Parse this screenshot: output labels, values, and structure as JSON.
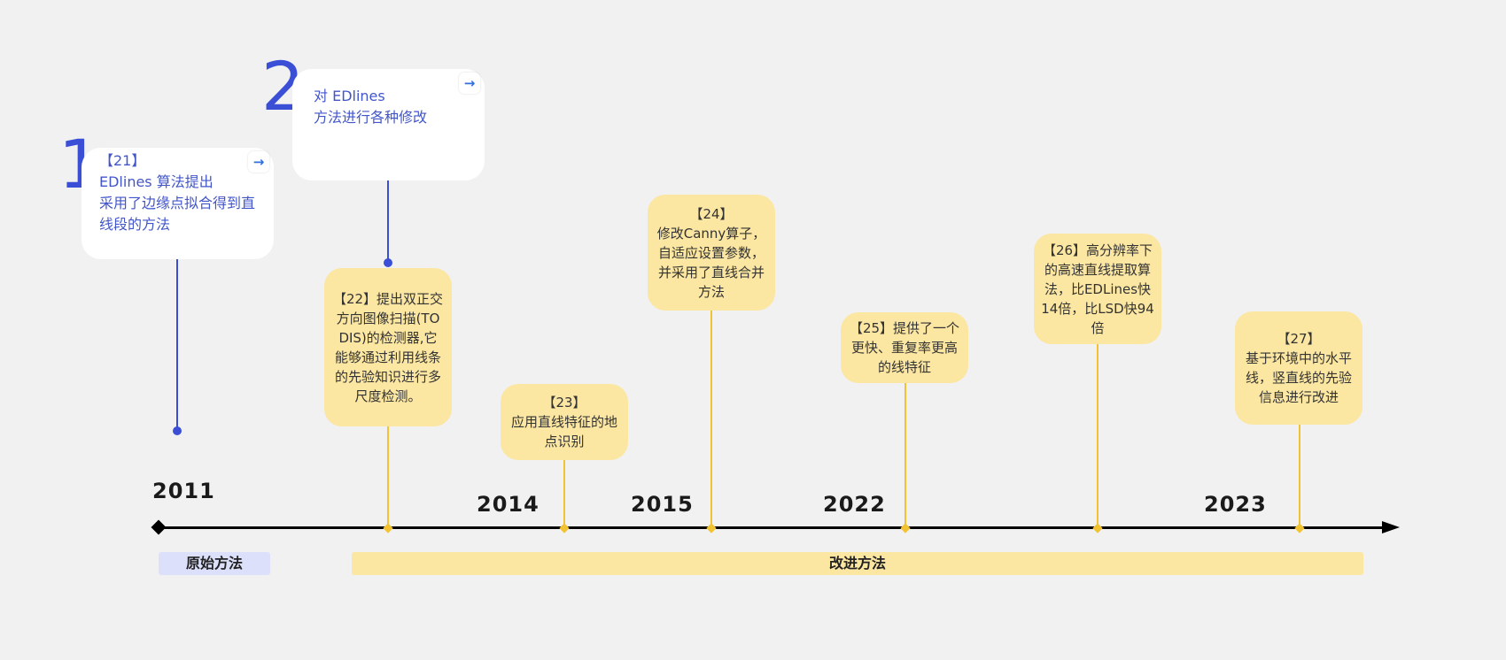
{
  "stages": {
    "first": {
      "number": "1",
      "text": "【21】\nEDlines 算法提出\n采用了边缘点拟合得到直\n线段的方法",
      "arrow": "→"
    },
    "second": {
      "number": "2",
      "text": "对 EDlines\n方法进行各种修改",
      "arrow": "→"
    }
  },
  "notes": [
    {
      "id": "22",
      "text": "【22】提出双正交\n方向图像扫描(TO\nDIS)的检测器,它\n能够通过利用线条\n的先验知识进行多\n尺度检测。"
    },
    {
      "id": "23",
      "text": "【23】\n应用直线特征的地\n点识别"
    },
    {
      "id": "24",
      "text": "【24】\n修改Canny算子，\n自适应设置参数，\n并采用了直线合并\n方法"
    },
    {
      "id": "25",
      "text": "【25】提供了一个\n更快、重复率更高\n的线特征"
    },
    {
      "id": "26",
      "text": "【26】高分辨率下\n的高速直线提取算\n法，比EDLines快\n14倍，比LSD快94\n倍"
    },
    {
      "id": "27",
      "text": "【27】\n基于环境中的水平\n线，竖直线的先验\n信息进行改进"
    }
  ],
  "years": [
    "2011",
    "2014",
    "2015",
    "2022",
    "2023"
  ],
  "bands": {
    "original": "原始方法",
    "improved": "改进方法"
  },
  "colors": {
    "accent_blue": "#3b4fd6",
    "note_yellow": "#fbe6a2",
    "stem_yellow": "#f1c232",
    "band_blue": "#dce0fb",
    "background": "#f1f1f1"
  },
  "icons": [
    "arrow-right-icon"
  ]
}
